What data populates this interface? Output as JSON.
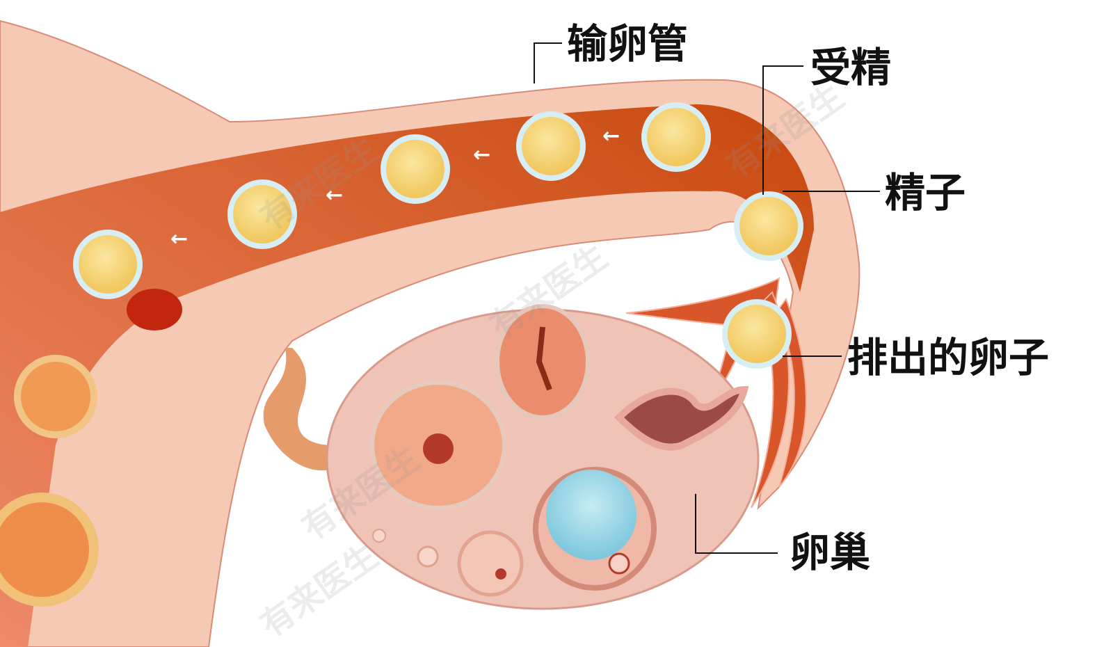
{
  "title": "输卵管受精示意图",
  "labels": {
    "fallopian_tube": "输卵管",
    "fertilization": "受精",
    "sperm": "精子",
    "ovulated_egg": "排出的卵子",
    "ovary": "卵巢"
  },
  "watermark": "有来医生",
  "colors": {
    "tissue": "#f5c9b4",
    "lumen": "#d6531c",
    "ovary": "#efc3b6",
    "egg": "#f7d878",
    "zona": "#d8eef5"
  }
}
